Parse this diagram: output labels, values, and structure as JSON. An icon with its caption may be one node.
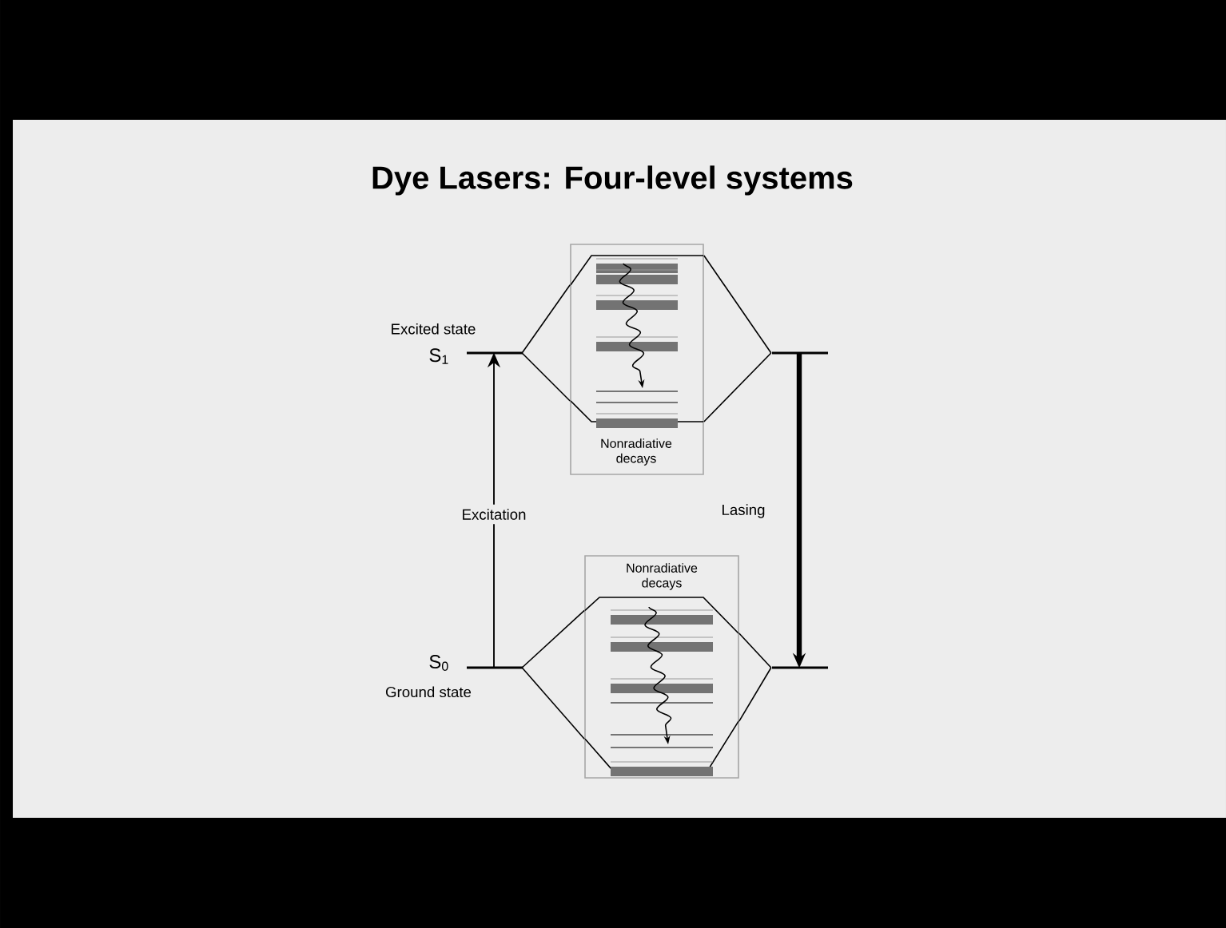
{
  "diagram": {
    "title": "Dye Lasers: Four-level systems",
    "nodes": [
      {
        "text": [
          "Excited state",
          "S$_{1}$"
        ]
      },
      {
        "text": [
          "Nonradiative decays"
        ]
      },
      {
        "text": [],
        "shape": "bar"
      },
      {
        "text": [
          "S$_{0}$",
          "Ground state"
        ]
      },
      {
        "text": [
          "Nonradiative decays"
        ]
      },
      {
        "text": [],
        "shape": "bar"
      }
    ],
    "edges": [
      {
        "from": 3,
        "to": 0,
        "arrow": "to",
        "label": "Excitation"
      },
      {
        "from": 2,
        "to": 5,
        "arrow": "to",
        "label": "Lasing",
        "style": "thick"
      },
      {
        "from": 0,
        "to": 1,
        "arrow": "none"
      },
      {
        "from": 0,
        "to": 1,
        "arrow": "none"
      },
      {
        "from": 1,
        "to": 2,
        "arrow": "none"
      },
      {
        "from": 1,
        "to": 2,
        "arrow": "none"
      },
      {
        "from": 3,
        "to": 4,
        "arrow": "none"
      },
      {
        "from": 3,
        "to": 4,
        "arrow": "none"
      },
      {
        "from": 4,
        "to": 5,
        "arrow": "none"
      },
      {
        "from": 4,
        "to": 5,
        "arrow": "none"
      }
    ]
  }
}
